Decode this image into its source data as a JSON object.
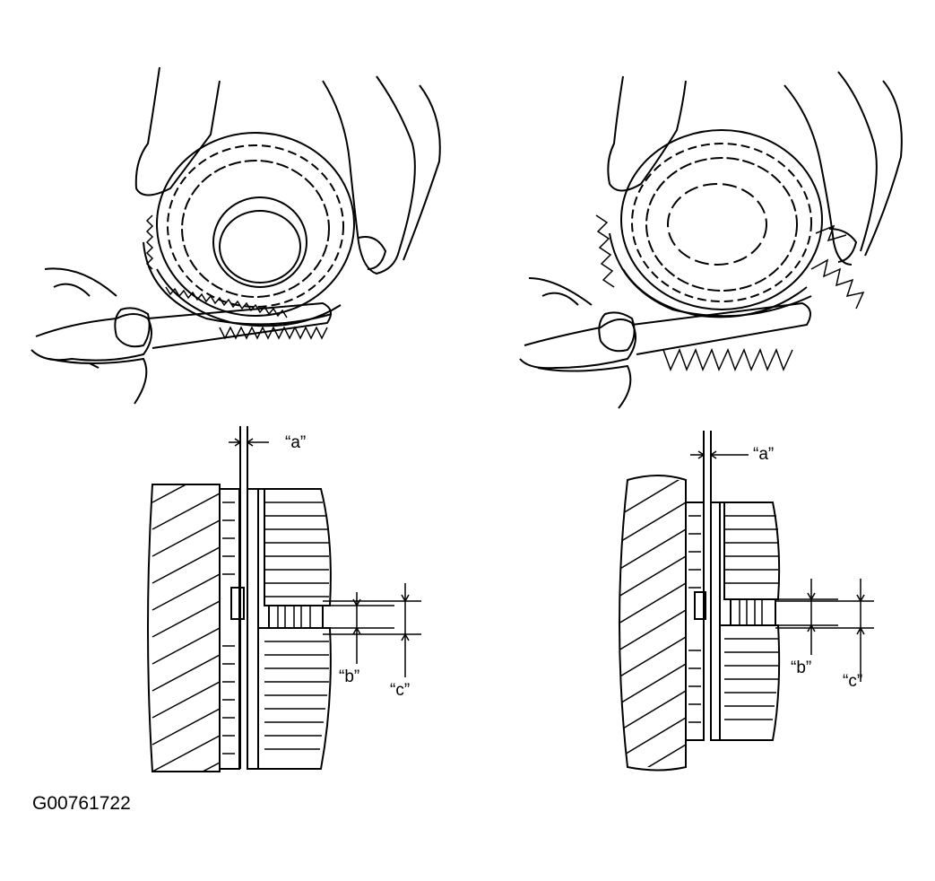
{
  "figure_id": "G00761722",
  "labels": {
    "left": {
      "a": "“a”",
      "b": "“b”",
      "c": "“c”"
    },
    "right": {
      "a": "“a”",
      "b": "“b”",
      "c": "“c”"
    }
  },
  "panels": [
    {
      "position": "top-left",
      "depicts": "hand holding feeler gauge between synchronizer ring and gear"
    },
    {
      "position": "top-right",
      "depicts": "hand holding feeler gauge between synchronizer ring and helical gear"
    },
    {
      "position": "bottom-left",
      "depicts": "side view cross-section with clearance dimensions"
    },
    {
      "position": "bottom-right",
      "depicts": "side view cross-section with clearance dimensions"
    }
  ],
  "colors": {
    "ink": "#000000",
    "paper": "#ffffff"
  }
}
